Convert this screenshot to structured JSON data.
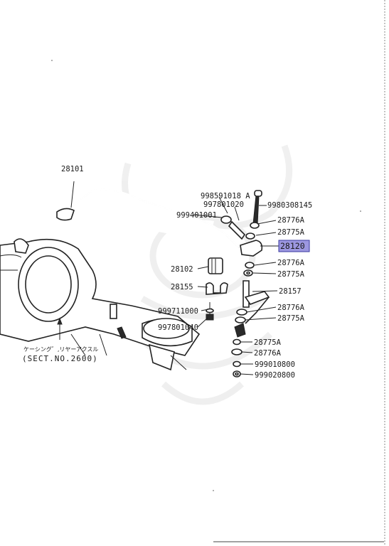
{
  "diagram": {
    "highlighted_part": "28120",
    "highlight_color": "#9c97e0",
    "parts": {
      "p28101": "28101",
      "p998591018A": "998591018 A",
      "p997801020": "997801020",
      "p9980308145": "9980308145",
      "p999401001": "999401001",
      "p28776A_1": "28776A",
      "p28775A_1": "28775A",
      "p28120": "28120",
      "p28776A_2": "28776A",
      "p28775A_2": "28775A",
      "p28102": "28102",
      "p28155": "28155",
      "p28157": "28157",
      "p999711000": "999711000",
      "p28776A_3": "28776A",
      "p28775A_3": "28775A",
      "p997801040": "997801040",
      "p28775A_4": "28775A",
      "p28776A_4": "28776A",
      "p999010800": "999010800",
      "p999020800": "999020800"
    },
    "caption_jp": "ケーシング゛,リヤーアクスル",
    "caption_sect": "(SECT.NO.2600)"
  }
}
